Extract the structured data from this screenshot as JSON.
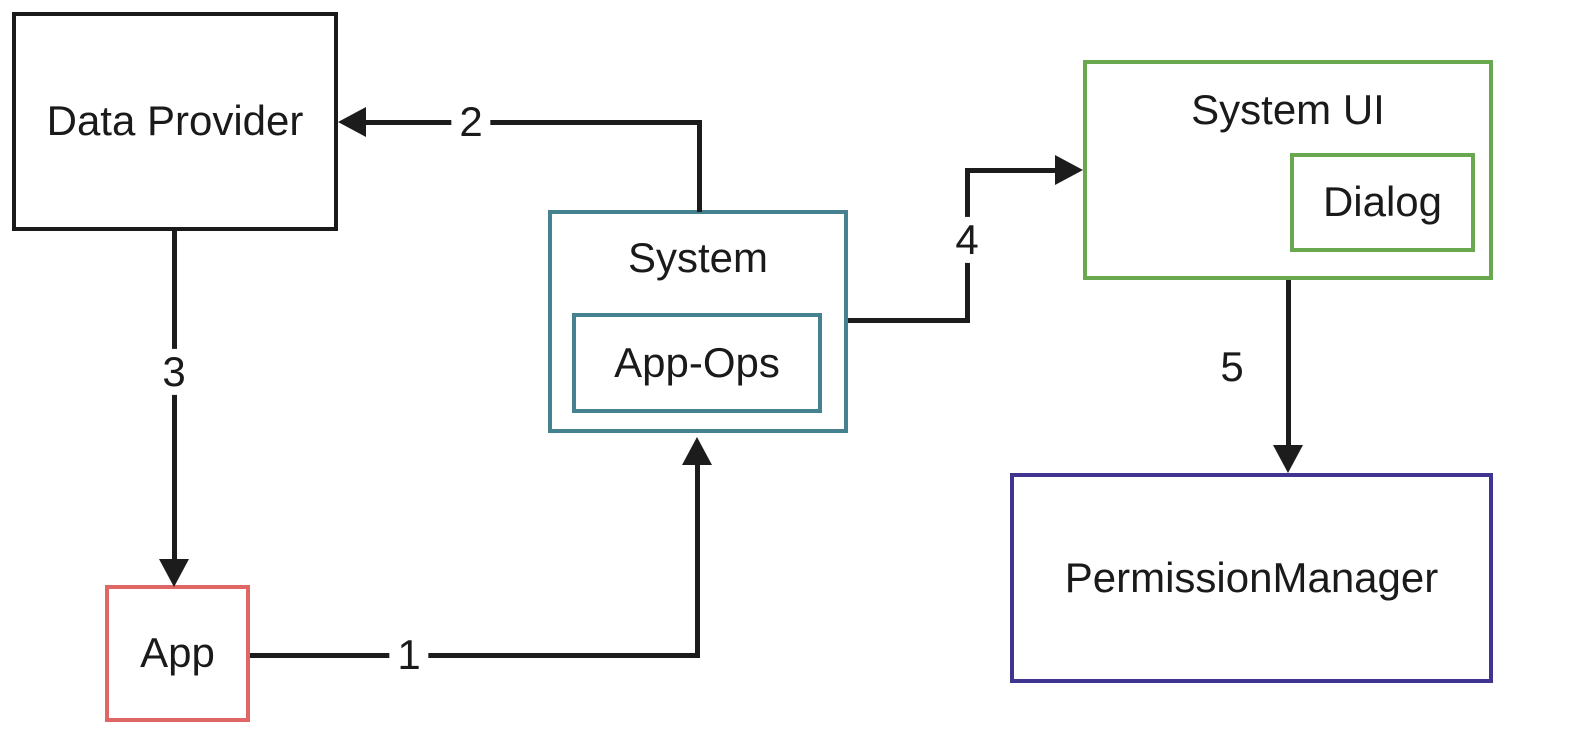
{
  "diagram": {
    "background_color": "#ffffff",
    "line_color": "#1c1c1c",
    "nodes": {
      "data_provider": {
        "label": "Data Provider",
        "border_color": "#1a1a1a"
      },
      "app": {
        "label": "App",
        "border_color": "#e06666"
      },
      "system": {
        "label": "System",
        "border_color": "#45818e"
      },
      "app_ops": {
        "label": "App-Ops",
        "border_color": "#45818e",
        "parent": "System"
      },
      "system_ui": {
        "label": "System UI",
        "border_color": "#6aa84f"
      },
      "dialog": {
        "label": "Dialog",
        "border_color": "#6aa84f",
        "parent": "System UI"
      },
      "permission_manager": {
        "label": "PermissionManager",
        "border_color": "#3f3590"
      }
    },
    "edges": {
      "app_to_system": {
        "label": "1",
        "from": "App",
        "to": "System"
      },
      "system_to_data_provider": {
        "label": "2",
        "from": "System",
        "to": "Data Provider"
      },
      "data_provider_to_app": {
        "label": "3",
        "from": "Data Provider",
        "to": "App"
      },
      "system_to_system_ui": {
        "label": "4",
        "from": "System",
        "to": "System UI"
      },
      "system_ui_to_permission_manager": {
        "label": "5",
        "from": "System UI",
        "to": "PermissionManager"
      }
    }
  }
}
